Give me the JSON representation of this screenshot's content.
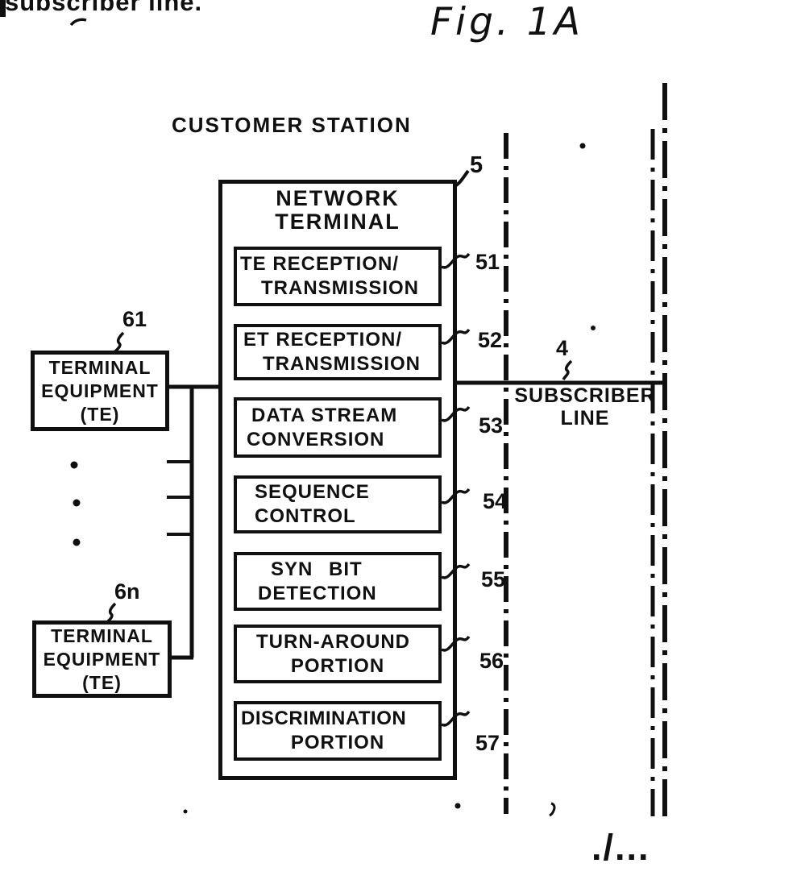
{
  "header": {
    "clipped_text": "subscriber line."
  },
  "figure": {
    "title": "Fig. 1A",
    "customer_station_label": "CUSTOMER STATION",
    "continuation_mark": "./..."
  },
  "network_terminal": {
    "ref": "5",
    "title_line1": "NETWORK",
    "title_line2": "TERMINAL",
    "blocks": [
      {
        "ref": "51",
        "line1": "TE RECEPTION/",
        "line2": "TRANSMISSION"
      },
      {
        "ref": "52",
        "line1": "ET RECEPTION/",
        "line2": "TRANSMISSION"
      },
      {
        "ref": "53",
        "line1": "DATA STREAM",
        "line2": "CONVERSION"
      },
      {
        "ref": "54",
        "line1": "SEQUENCE",
        "line2": "CONTROL"
      },
      {
        "ref": "55",
        "line1": "SYN BIT",
        "line2": "DETECTION"
      },
      {
        "ref": "56",
        "line1": "TURN-AROUND",
        "line2": "PORTION"
      },
      {
        "ref": "57",
        "line1": "DISCRIMINATION",
        "line2": "PORTION"
      }
    ]
  },
  "terminal_equipment": {
    "first": {
      "ref": "61",
      "line1": "TERMINAL",
      "line2": "EQUIPMENT",
      "line3": "(TE)"
    },
    "last": {
      "ref": "6n",
      "line1": "TERMINAL",
      "line2": "EQUIPMENT",
      "line3": "(TE)"
    }
  },
  "subscriber_line": {
    "ref": "4",
    "line1": "SUBSCRIBER",
    "line2": "LINE"
  },
  "colors": {
    "ink": "#101010",
    "paper": "#ffffff"
  }
}
